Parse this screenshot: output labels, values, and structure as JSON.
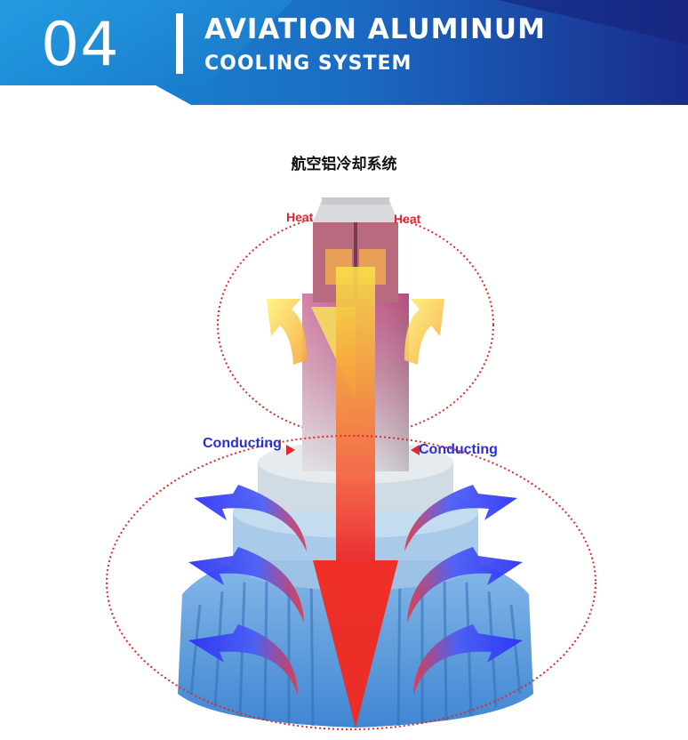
{
  "banner": {
    "number": "04",
    "title": "AVIATION ALUMINUM",
    "subtitle": "COOLING SYSTEM",
    "colors": {
      "dark": "#1a2b8c",
      "light": "#1b8fd6"
    }
  },
  "caption": "航空铝冷却系统",
  "labels": {
    "heat_left": "Heat",
    "heat_right": "Heat",
    "conducting_left": "Conducting",
    "conducting_right": "Conducting"
  },
  "colors": {
    "heat_label": "#e0252e",
    "conducting_label": "#2a2fd6",
    "heatsink": "#5a9ee0",
    "orbit_dots": "#e02a2a"
  },
  "icons": [
    "heat-down-arrow-icon",
    "heat-up-arrow-icon",
    "cool-airflow-arrow-icon"
  ]
}
